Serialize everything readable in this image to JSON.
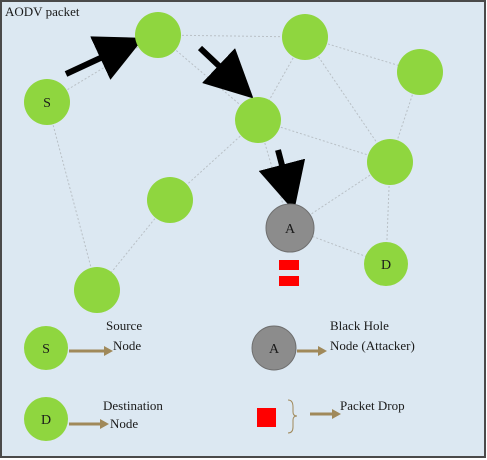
{
  "title": "AODV packet",
  "colors": {
    "background": "#dce8f2",
    "border": "#4a4a4a",
    "node_green": "#8fd63f",
    "node_attacker": "#8c8c8c",
    "packet_arrow": "#000000",
    "legend_arrow": "#a0895a",
    "packet_drop": "#ff0000"
  },
  "nodes": {
    "source": "S",
    "attacker": "A",
    "destination": "D"
  },
  "legend": {
    "source_line1": "Source",
    "source_line2": "Node",
    "blackhole_line1": "Black Hole",
    "blackhole_line2": "Node (Attacker)",
    "destination_line1": "Destination",
    "destination_line2": "Node",
    "packet_drop": "Packet Drop"
  }
}
